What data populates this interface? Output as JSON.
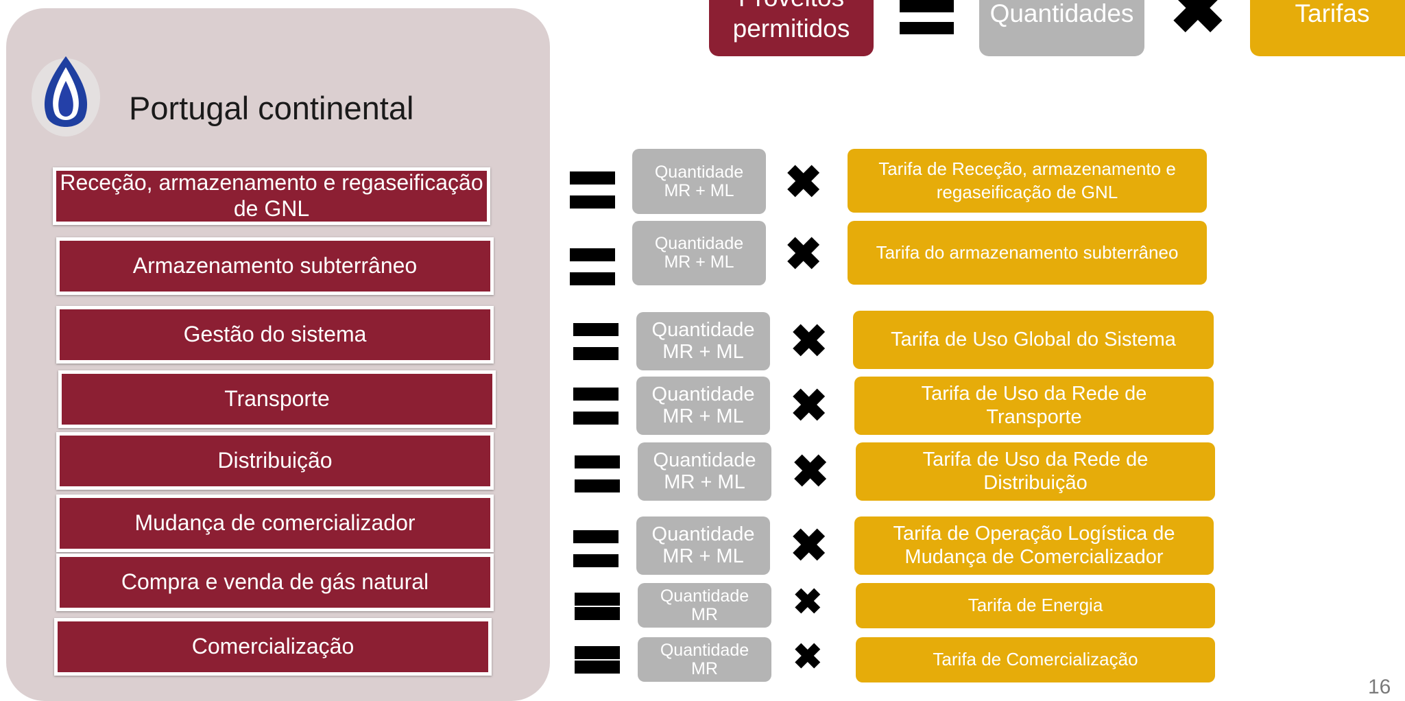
{
  "header": {
    "proveitos": "Proveitos\npermitidos",
    "quantidades": "Quantidades",
    "tarifas": "Tarifas",
    "colors": {
      "proveitos": "#8c1f33",
      "quantidades": "#b4b4b4",
      "tarifas": "#e6ac0a"
    }
  },
  "panel": {
    "logo_icon": "flame-logo-icon",
    "title": "Portugal continental",
    "activities": [
      "Receção, armazenamento e regaseificação de GNL",
      "Armazenamento subterrâneo",
      "Gestão do sistema",
      "Transporte",
      "Distribuição",
      "Mudança de comercializador",
      "Compra e venda de gás natural",
      "Comercialização"
    ]
  },
  "rows": [
    {
      "quantity": "Quantidade\nMR + ML",
      "tariff": "Tarifa de Receção, armazenamento e\nregaseificação de GNL"
    },
    {
      "quantity": "Quantidade\nMR + ML",
      "tariff": "Tarifa do armazenamento subterrâneo"
    },
    {
      "quantity": "Quantidade\nMR + ML",
      "tariff": "Tarifa de Uso Global do Sistema"
    },
    {
      "quantity": "Quantidade\nMR + ML",
      "tariff": "Tarifa de Uso da Rede de\nTransporte"
    },
    {
      "quantity": "Quantidade\nMR + ML",
      "tariff": "Tarifa de Uso da Rede de\nDistribuição"
    },
    {
      "quantity": "Quantidade\nMR + ML",
      "tariff": "Tarifa de Operação Logística de\nMudança de Comercializador"
    },
    {
      "quantity": "Quantidade\nMR",
      "tariff": "Tarifa de Energia"
    },
    {
      "quantity": "Quantidade\nMR",
      "tariff": "Tarifa de Comercialização"
    }
  ],
  "symbols": {
    "equals": "equals-icon",
    "times": "times-icon"
  },
  "page_number": "16"
}
